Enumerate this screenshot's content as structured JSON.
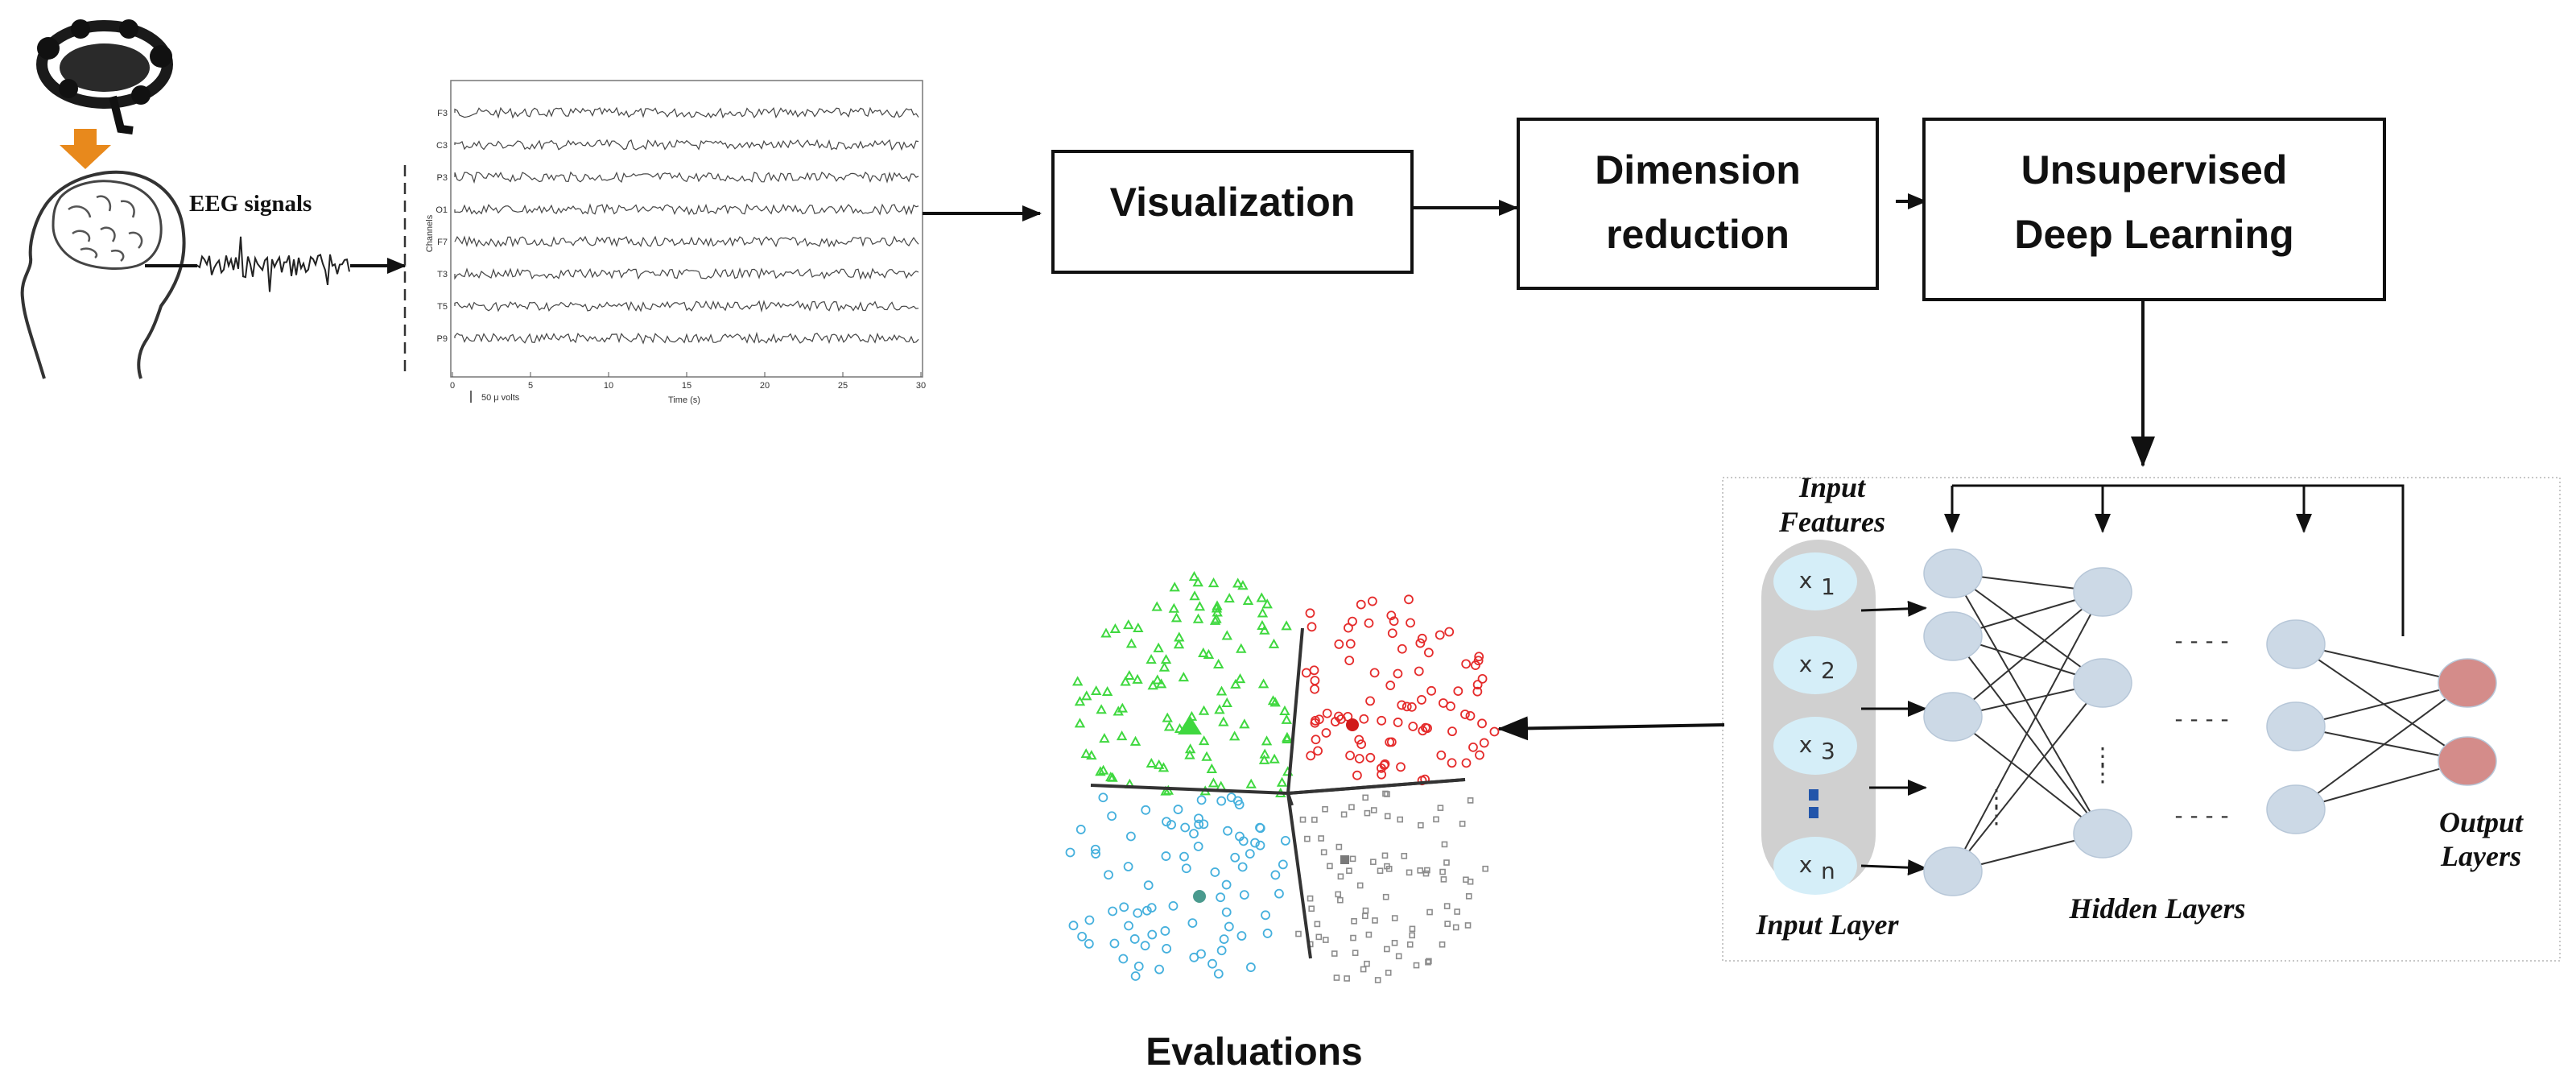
{
  "eeg": {
    "signals_label": "EEG signals",
    "channels": [
      "F3",
      "C3",
      "P3",
      "O1",
      "F7",
      "T3",
      "T5",
      "P9"
    ],
    "channel_axis_label": "Channels",
    "x_ticks": [
      "0",
      "5",
      "10",
      "15",
      "20",
      "25",
      "30"
    ],
    "x_axis_label": "Time (s)",
    "scale_label": "50 μ volts"
  },
  "pipeline": {
    "visualization": "Visualization",
    "dimension_line1": "Dimension",
    "dimension_line2": "reduction",
    "unsupervised_line1": "Unsupervised",
    "unsupervised_line2": "Deep Learning"
  },
  "network": {
    "input_features_line1": "Input",
    "input_features_line2": "Features",
    "input_nodes": [
      "x",
      "x",
      "x",
      "x"
    ],
    "input_subscripts": [
      "1",
      "2",
      "3",
      "n"
    ],
    "input_layer": "Input Layer",
    "hidden_layers": "Hidden  Layers",
    "output_line1": "Output",
    "output_line2": "Layers",
    "dashes": "- - - -"
  },
  "evaluations": {
    "label": "Evaluations",
    "cluster_colors": [
      "#3fd83f",
      "#e52b2b",
      "#45b0dd",
      "#8c8c8c"
    ]
  },
  "colors": {
    "arrow_orange": "#e8891c",
    "node_fill": "#ccd9e6",
    "input_node_fill": "#d5eef8",
    "output_node_fill": "#d48c8a",
    "input_column": "#d0d0d0"
  }
}
